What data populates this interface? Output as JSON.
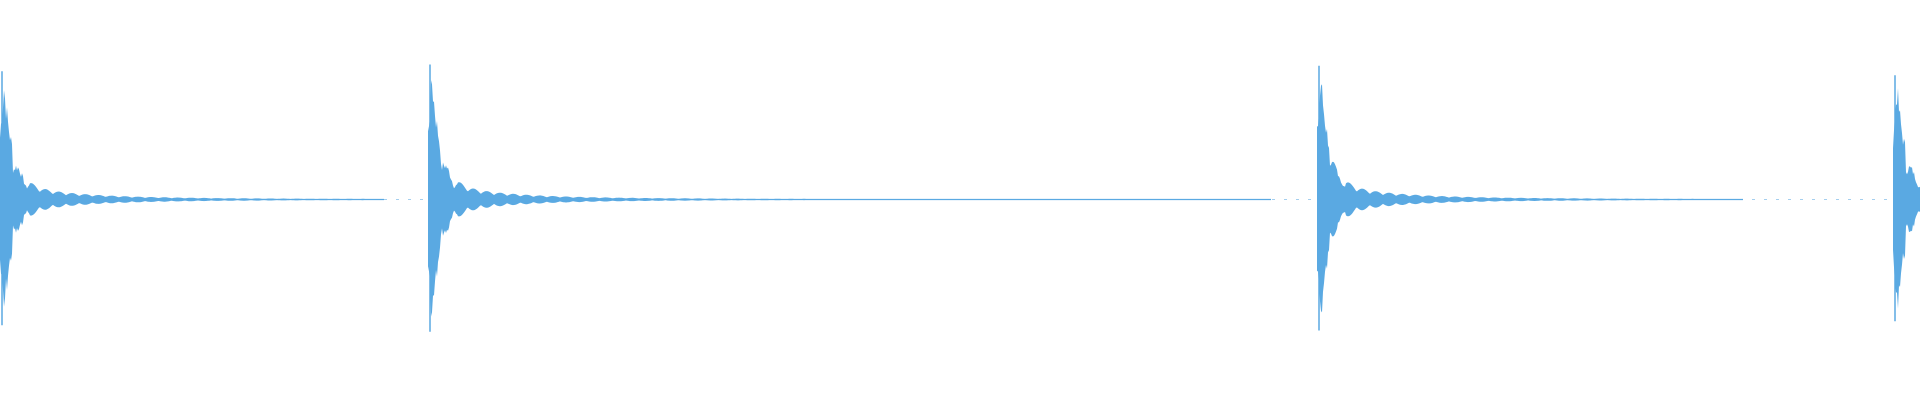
{
  "waveform": {
    "color": "#5aa9e2",
    "background": "#ffffff",
    "duration": 1.0,
    "hits": [
      {
        "time": 0.0,
        "amplitude": 0.95,
        "tail_end": 0.2
      },
      {
        "time": 0.223,
        "amplitude": 1.0,
        "tail_end": 0.662
      },
      {
        "time": 0.686,
        "amplitude": 0.99,
        "tail_end": 0.908
      },
      {
        "time": 0.986,
        "amplitude": 0.92,
        "tail_end": 1.0
      }
    ]
  }
}
